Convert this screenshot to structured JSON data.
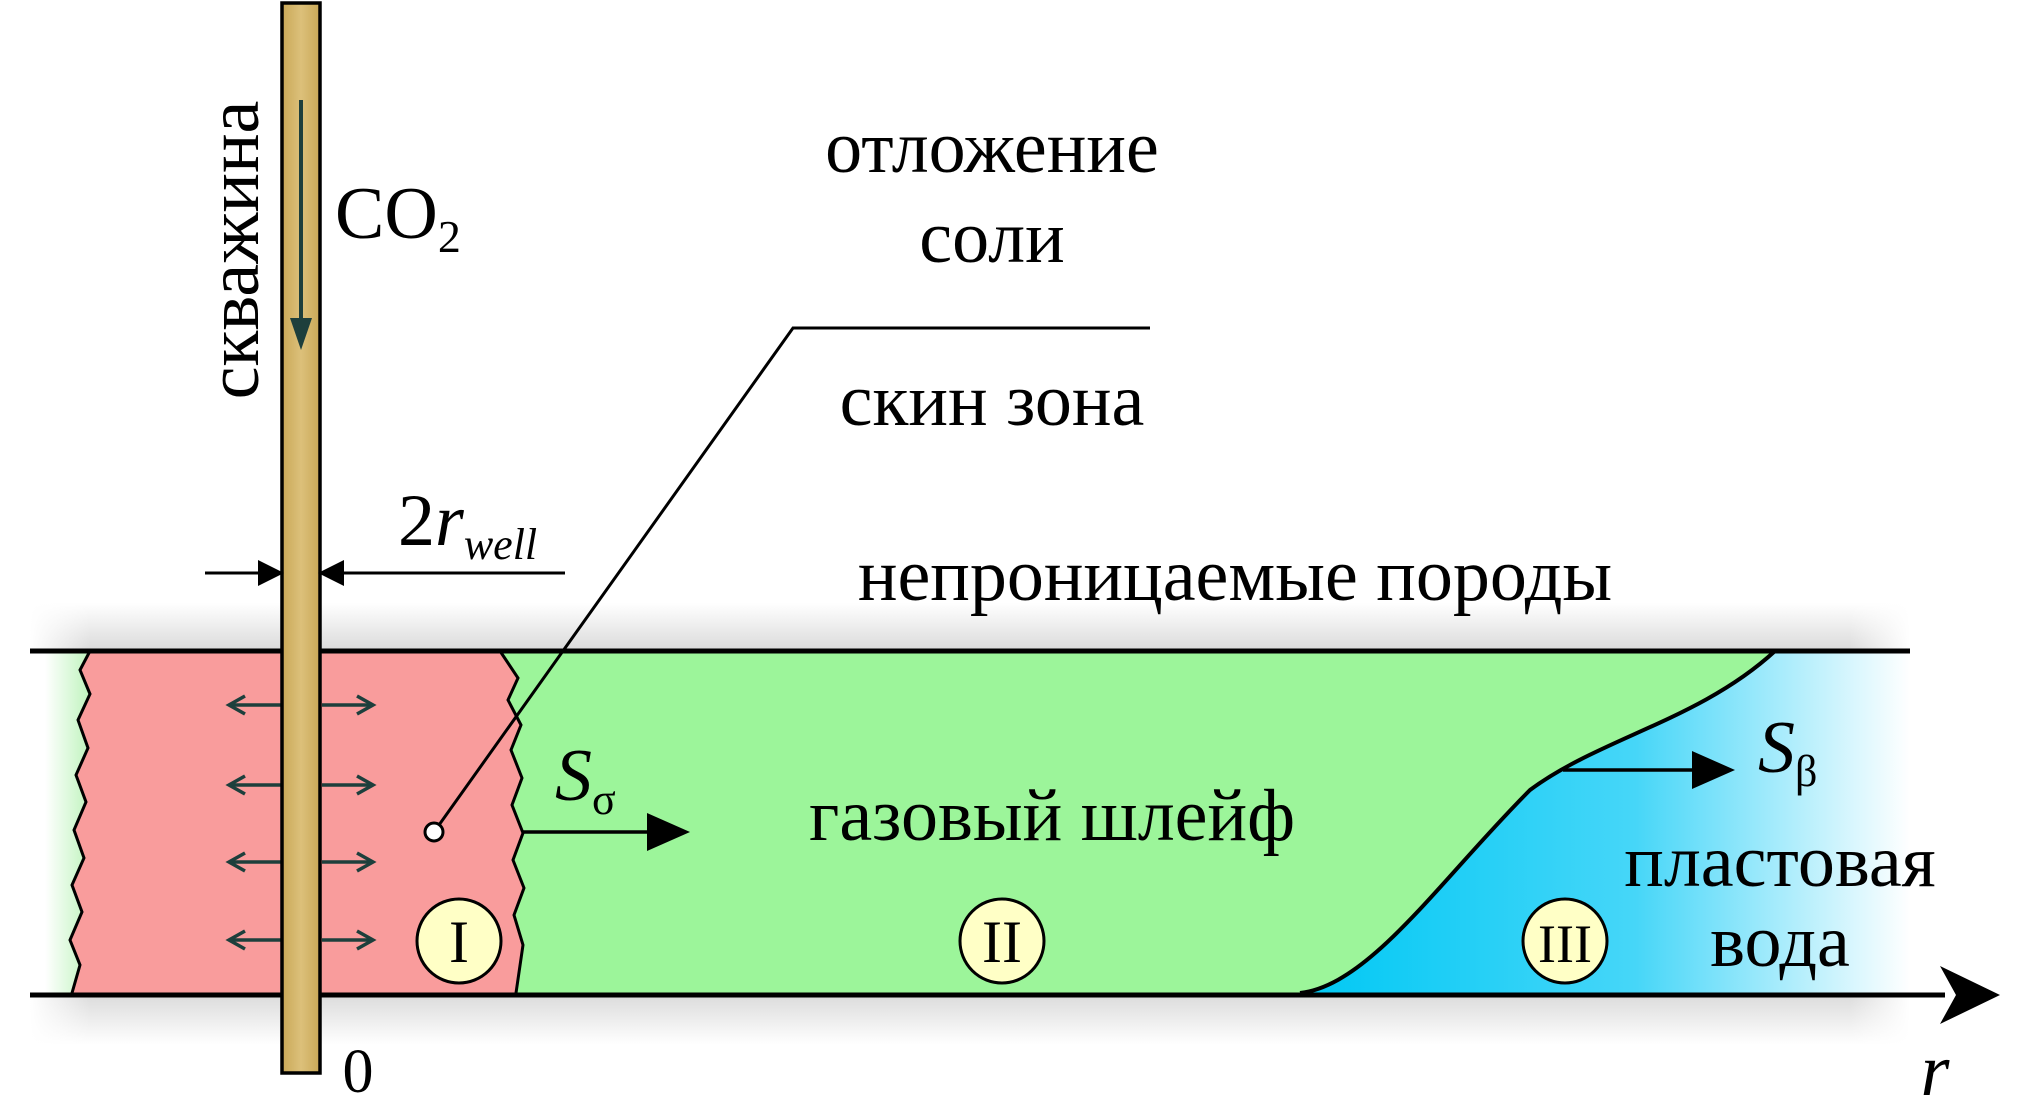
{
  "labels": {
    "well": "скважина",
    "co2_main": "CO",
    "co2_sub": "2",
    "salt_line1": "отложение",
    "salt_line2": "соли",
    "skin_zone": "скин зона",
    "rwell_coeff": "2",
    "rwell_r": "r",
    "rwell_sub": "well",
    "impermeable": "непроницаемые породы",
    "gas_plume": "газовый шлейф",
    "formation_water_line1": "пластовая",
    "formation_water_line2": "вода",
    "s_sigma_main": "S",
    "s_sigma_sub": "σ",
    "s_beta_main": "S",
    "s_beta_sub": "β",
    "origin": "0",
    "axis_r": "r"
  },
  "zones": [
    {
      "id": "I",
      "label": "I"
    },
    {
      "id": "II",
      "label": "II"
    },
    {
      "id": "III",
      "label": "III"
    }
  ],
  "colors": {
    "skin_zone_fill": "#f99c9c",
    "gas_plume_fill": "#9cf59a",
    "water_fill": "#00c8f4",
    "well_pipe_fill": "#d7b86a",
    "rock_fill": "#e4e4e4",
    "arrow_dark": "#1d3f3c",
    "marker_fill": "#ffffc6"
  }
}
